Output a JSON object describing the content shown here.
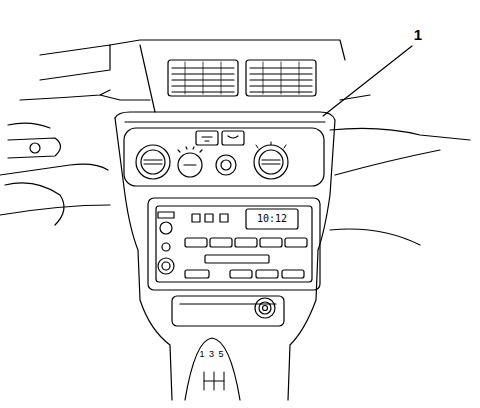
{
  "diagram": {
    "labels": [
      "1",
      "10:12",
      "1 3 5"
    ]
  }
}
